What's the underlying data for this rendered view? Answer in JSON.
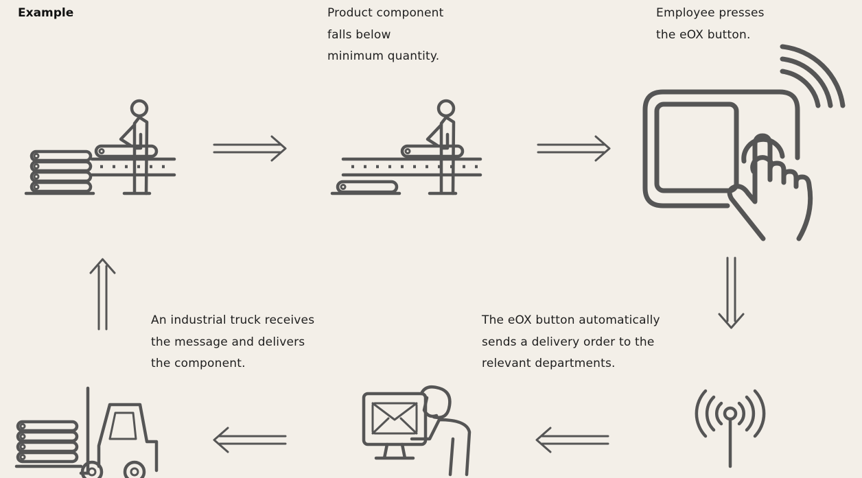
{
  "heading": "Example",
  "captions": {
    "step1": [
      "Product component",
      "falls below",
      "minimum quantity."
    ],
    "step2": [
      "Employee presses",
      "the eOX button."
    ],
    "step3": [
      "The eOX button automatically",
      "sends a delivery order to the",
      "relevant departments."
    ],
    "step4": [
      "An industrial truck receives",
      "the message and delivers",
      "the component."
    ]
  },
  "icons": [
    "worker-conveyor-full-stock-icon",
    "worker-conveyor-low-stock-icon",
    "tablet-touch-wireless-icon",
    "radio-signal-icon",
    "email-computer-worker-icon",
    "forklift-delivery-icon"
  ],
  "colors": {
    "background": "#f3efe8",
    "stroke": "#555555",
    "text": "#1e1e1e"
  }
}
